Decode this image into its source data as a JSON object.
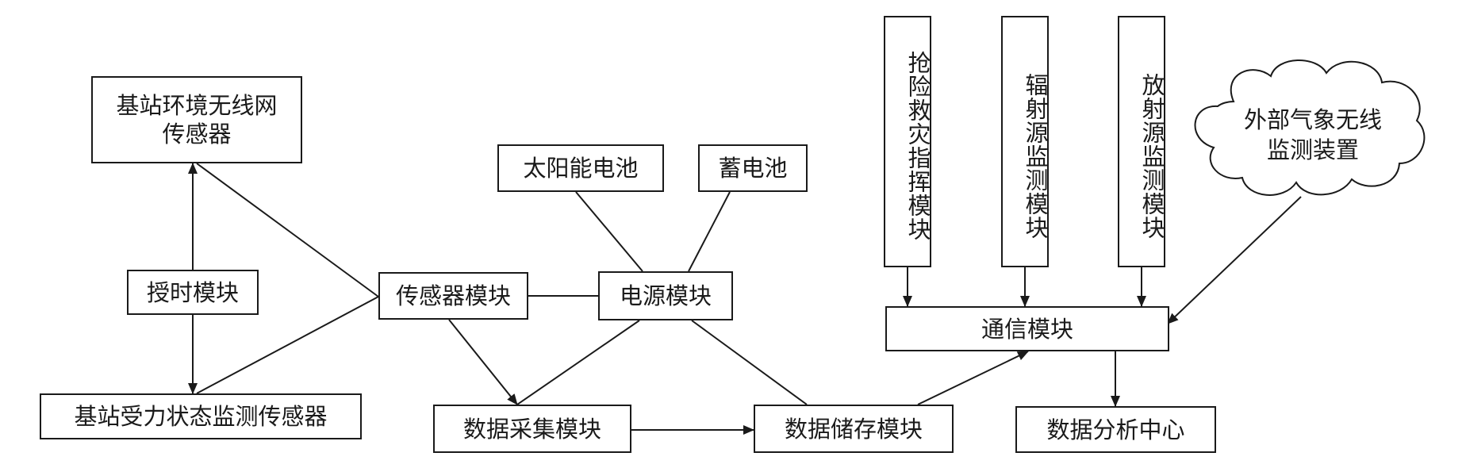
{
  "nodes": {
    "env_sensor": "基站环境无线网\n传感器",
    "timing": "授时模块",
    "force_sensor": "基站受力状态监测传感器",
    "sensor_module": "传感器模块",
    "solar": "太阳能电池",
    "battery": "蓄电池",
    "power": "电源模块",
    "acquisition": "数据采集模块",
    "storage": "数据储存模块",
    "rescue": "抢险救灾指挥模块",
    "radiation_a": "辐射源监测模块",
    "radiation_b": "放射源监测模块",
    "weather": "外部气象无线\n监测装置",
    "comm": "通信模块",
    "analysis": "数据分析中心"
  }
}
